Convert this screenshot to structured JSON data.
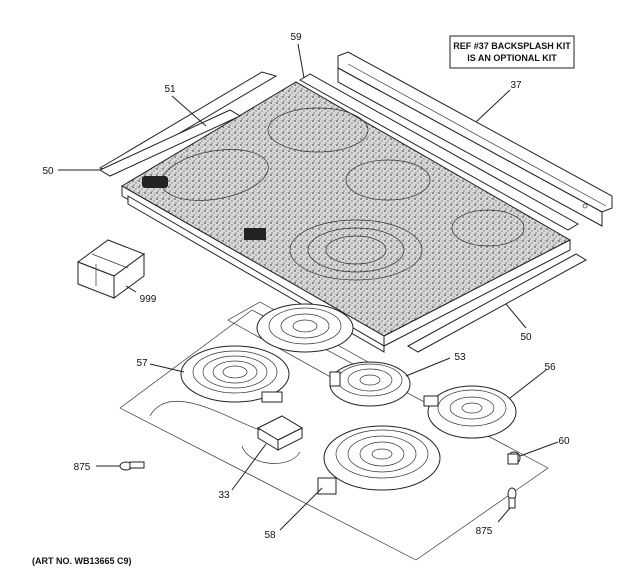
{
  "note": {
    "line1": "REF #37 BACKSPLASH KIT",
    "line2": "IS AN OPTIONAL KIT"
  },
  "art_number": "(ART NO. WB13665 C9)",
  "callouts": {
    "p59": "59",
    "p37": "37",
    "p51": "51",
    "p50a": "50",
    "p50b": "50",
    "p999": "999",
    "p57": "57",
    "p53": "53",
    "p56": "56",
    "p60": "60",
    "p875a": "875",
    "p875b": "875",
    "p33": "33",
    "p58": "58"
  }
}
